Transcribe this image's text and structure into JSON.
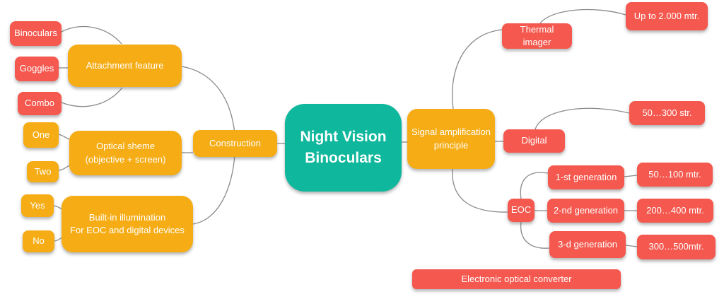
{
  "colors": {
    "red": "#F4584E",
    "yellow": "#F5AC15",
    "teal": "#0FB79C",
    "connector": "#8A8A8A"
  },
  "mindmap": {
    "center": {
      "label": "Night Vision\nBinoculars"
    },
    "construction_branch": {
      "construction": {
        "label": "Construction"
      },
      "attachment": {
        "label": "Attachment feature",
        "binoculars": "Binoculars",
        "goggles": "Goggles",
        "combo": "Combo"
      },
      "optical": {
        "label": "Optical sheme\n(objective + screen)",
        "one": "One",
        "two": "Two"
      },
      "illumination": {
        "label": "Built-in illumination\nFor EOC and digital devices",
        "yes": "Yes",
        "no": "No"
      }
    },
    "signal_branch": {
      "signal": {
        "label": "Signal amplification\nprinciple"
      },
      "thermal": {
        "label": "Thermal imager",
        "range": "Up to 2.000 mtr."
      },
      "digital": {
        "label": "Digital",
        "range": "50…300 str."
      },
      "eoc": {
        "label": "EOC",
        "gen1": {
          "label": "1-st generation",
          "range": "50…100 mtr."
        },
        "gen2": {
          "label": "2-nd generation",
          "range": "200…400 mtr."
        },
        "gen3": {
          "label": "3-d generation",
          "range": "300…500mtr."
        }
      }
    },
    "legend": {
      "label": "Electronic optical converter"
    }
  }
}
